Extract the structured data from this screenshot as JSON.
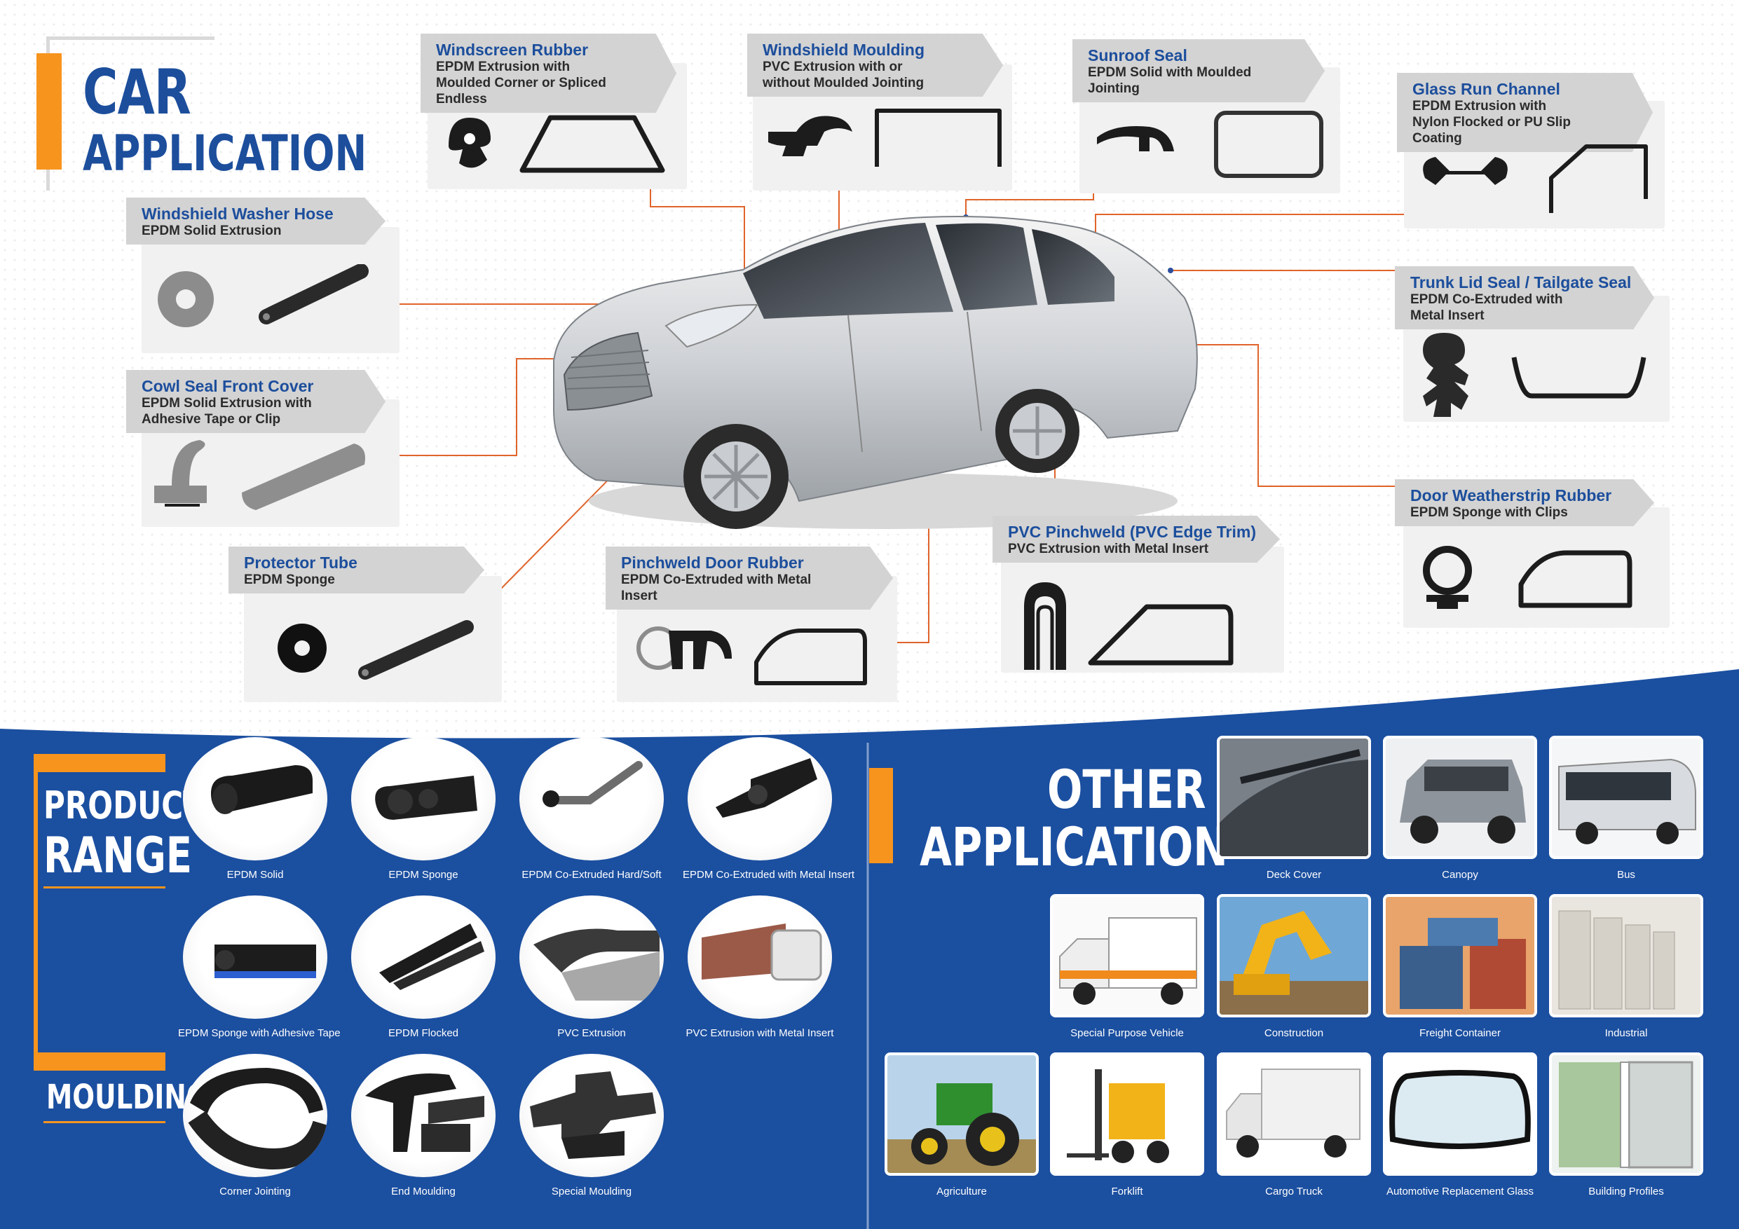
{
  "header": {
    "title_main": "CAR",
    "title_sub": "APPLICATION"
  },
  "colors": {
    "brand_blue": "#1c4e9c",
    "accent_orange": "#f7941d",
    "line_orange": "#e0642a",
    "section_blue": "#1b4fa0"
  },
  "callouts": {
    "windscreen_rubber": {
      "title": "Windscreen Rubber",
      "subtitle": "EPDM Extrusion with\nMoulded Corner or Spliced Endless"
    },
    "windshield_moulding": {
      "title": "Windshield Moulding",
      "subtitle": "PVC Extrusion with or\nwithout Moulded Jointing"
    },
    "sunroof_seal": {
      "title": "Sunroof Seal",
      "subtitle": "EPDM Solid with Moulded Jointing"
    },
    "glass_run_channel": {
      "title": "Glass Run Channel",
      "subtitle": "EPDM Extrusion with\nNylon Flocked or PU Slip Coating"
    },
    "washer_hose": {
      "title": "Windshield Washer Hose",
      "subtitle": "EPDM Solid Extrusion"
    },
    "cowl_seal": {
      "title": "Cowl Seal Front Cover",
      "subtitle": "EPDM Solid Extrusion with\nAdhesive Tape or Clip"
    },
    "trunk_lid": {
      "title": "Trunk Lid Seal / Tailgate Seal",
      "subtitle": "EPDM Co-Extruded with\nMetal Insert"
    },
    "door_weatherstrip": {
      "title": "Door Weatherstrip Rubber",
      "subtitle": "EPDM Sponge with Clips"
    },
    "protector_tube": {
      "title": "Protector Tube",
      "subtitle": "EPDM Sponge"
    },
    "pinchweld_door": {
      "title": "Pinchweld Door Rubber",
      "subtitle": "EPDM Co-Extruded with Metal Insert"
    },
    "pvc_pinchweld": {
      "title": "PVC Pinchweld (PVC Edge Trim)",
      "subtitle": "PVC Extrusion with Metal Insert"
    }
  },
  "product_range": {
    "title_line1": "PRODUCT",
    "title_line2": "RANGE",
    "items": [
      {
        "label": "EPDM Solid"
      },
      {
        "label": "EPDM Sponge"
      },
      {
        "label": "EPDM Co-Extruded Hard/Soft"
      },
      {
        "label": "EPDM Co-Extruded with Metal Insert"
      },
      {
        "label": "EPDM Sponge with Adhesive Tape"
      },
      {
        "label": "EPDM Flocked"
      },
      {
        "label": "PVC Extrusion"
      },
      {
        "label": "PVC Extrusion with Metal Insert"
      }
    ]
  },
  "moulding": {
    "title": "MOULDING",
    "items": [
      {
        "label": "Corner Jointing"
      },
      {
        "label": "End Moulding"
      },
      {
        "label": "Special Moulding"
      }
    ]
  },
  "other_application": {
    "title_line1": "OTHER",
    "title_line2": "APPLICATION",
    "items": [
      {
        "label": "Deck Cover"
      },
      {
        "label": "Canopy"
      },
      {
        "label": "Bus"
      },
      {
        "label": "Special Purpose Vehicle"
      },
      {
        "label": "Construction"
      },
      {
        "label": "Freight Container"
      },
      {
        "label": "Industrial"
      },
      {
        "label": "Agriculture"
      },
      {
        "label": "Forklift"
      },
      {
        "label": "Cargo Truck"
      },
      {
        "label": "Automotive Replacement Glass"
      },
      {
        "label": "Building Profiles"
      }
    ]
  }
}
